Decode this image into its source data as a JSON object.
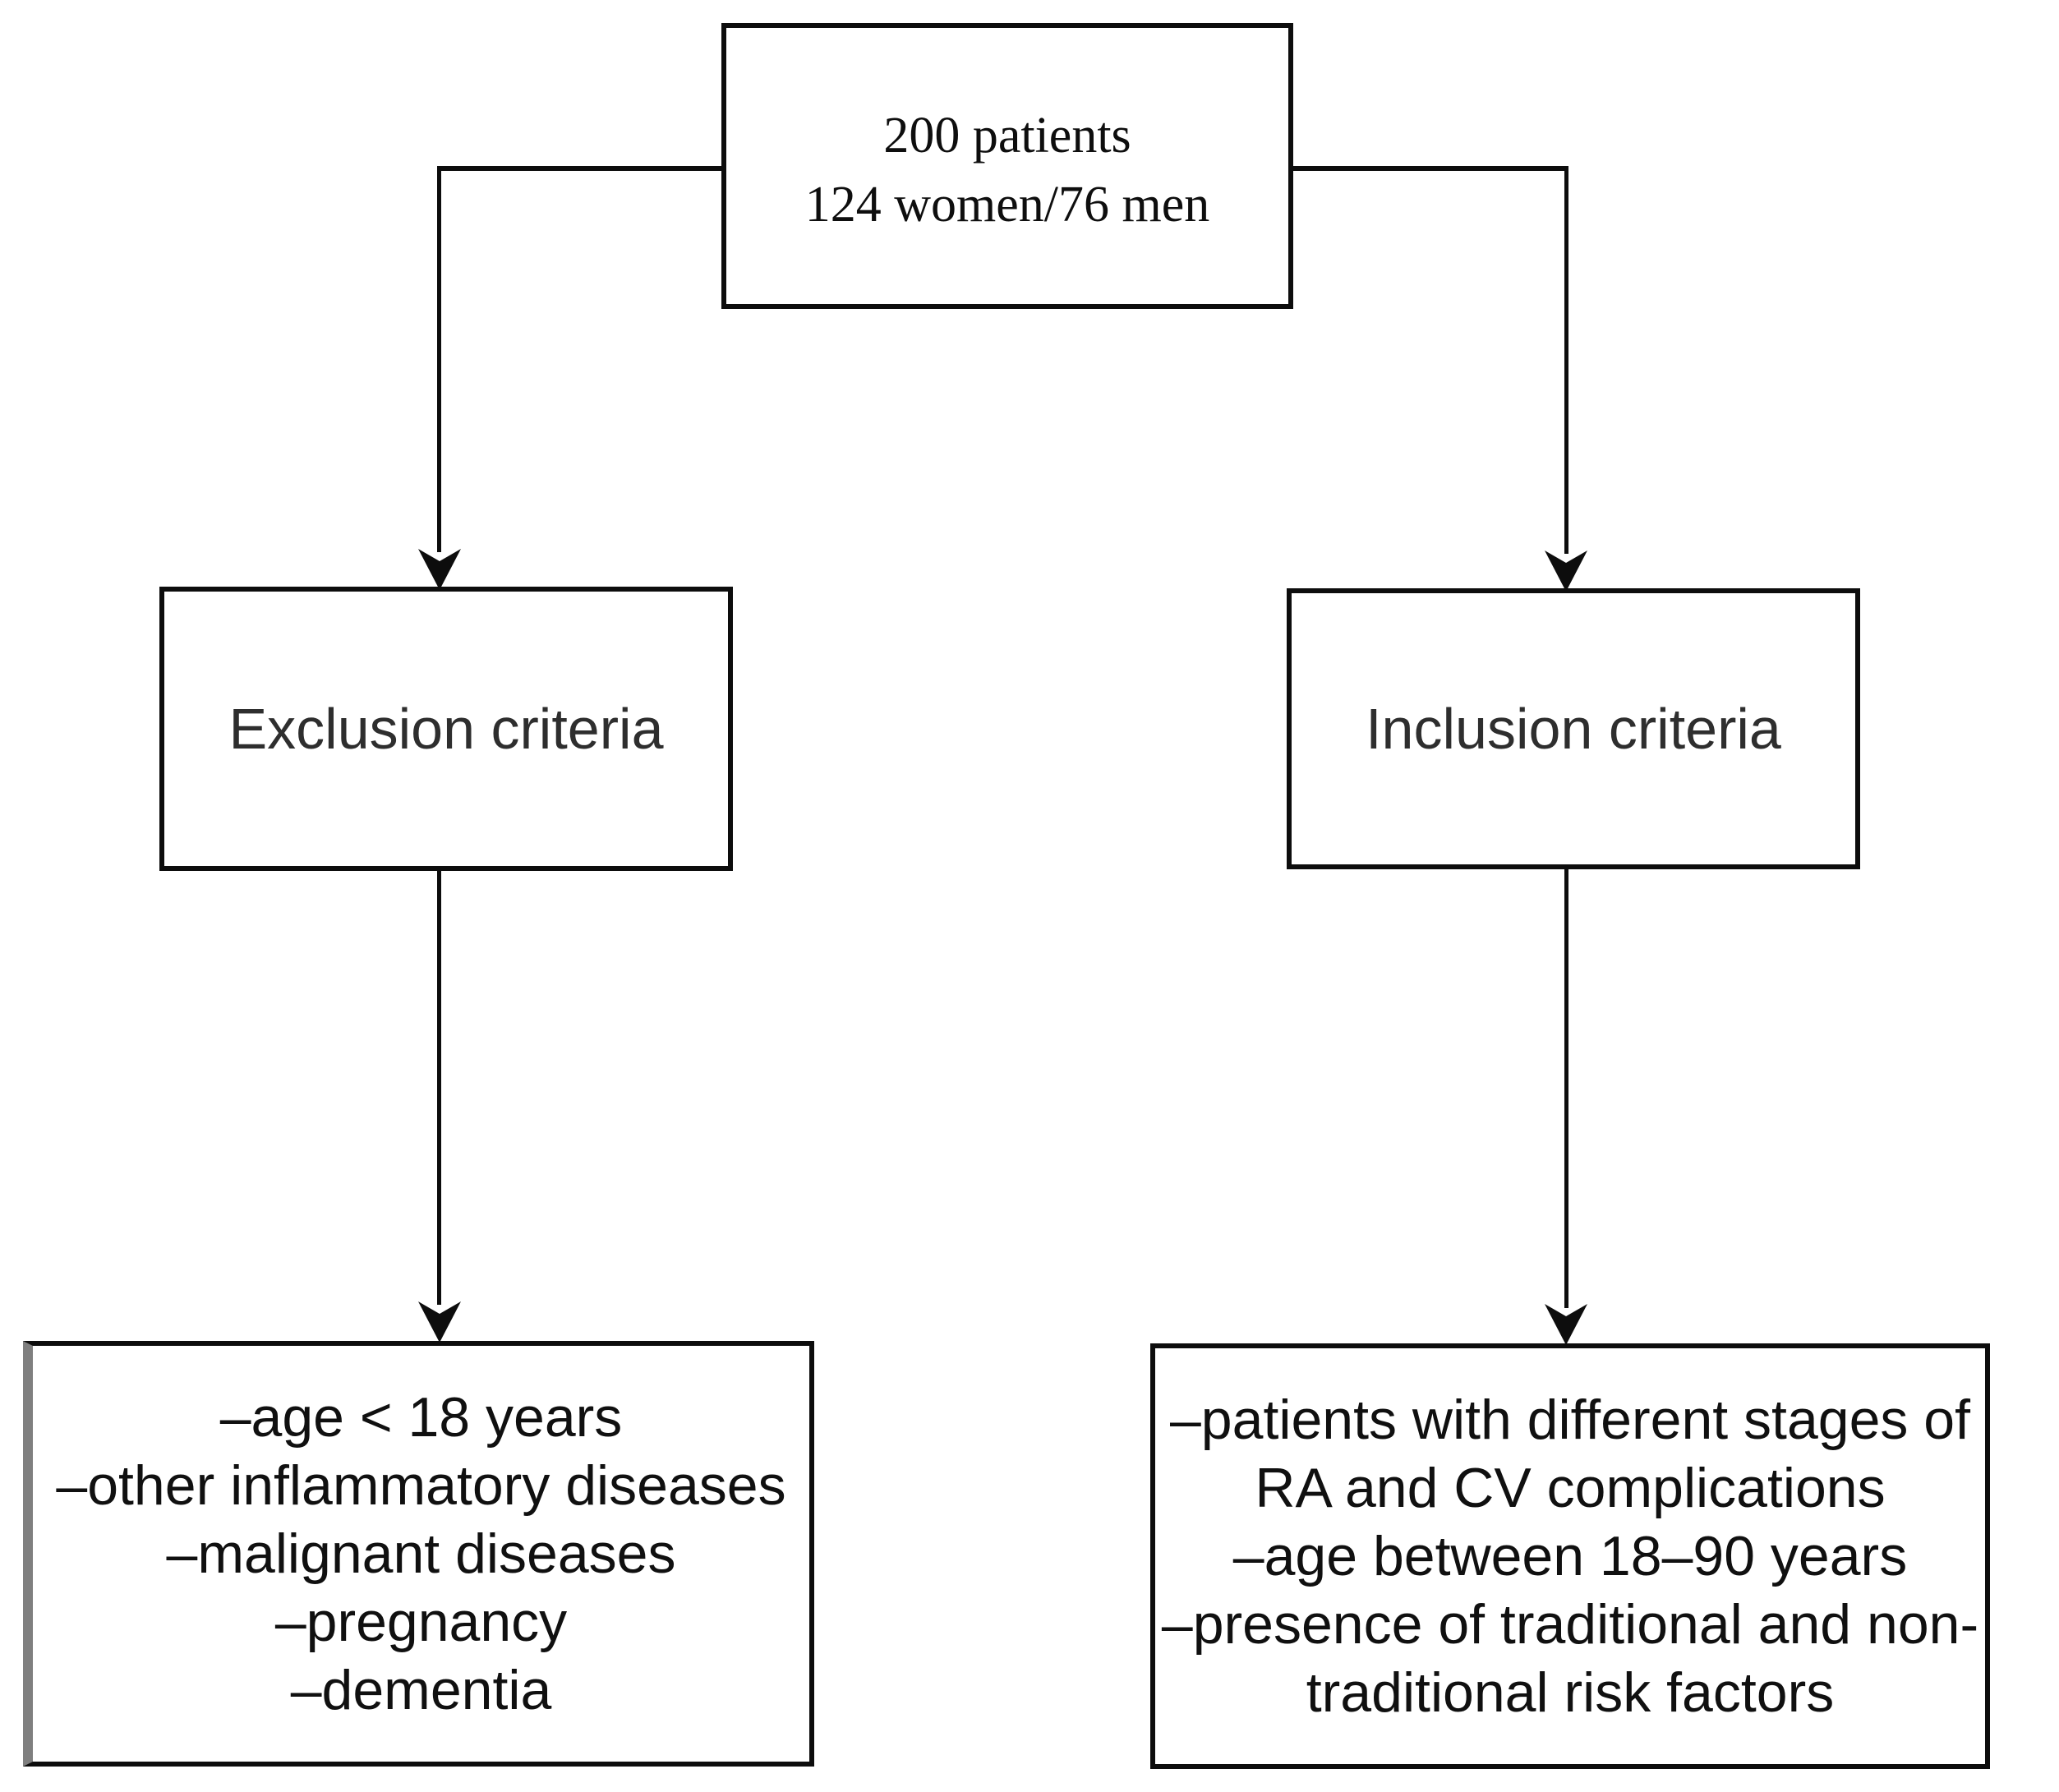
{
  "figure": {
    "background_color": "#ffffff",
    "box_border_color": "#0d0d0d",
    "connector_color": "#0d0d0d",
    "gray_left_edge_color": "#7f7f7f",
    "text_color": "#101010"
  },
  "nodes": {
    "patients": {
      "lines": [
        "200 patients",
        "124 women/76 men"
      ]
    },
    "exclusion": {
      "label": "Exclusion criteria"
    },
    "inclusion": {
      "label": "Inclusion criteria"
    },
    "exclusion_details": {
      "lines": [
        "–age < 18 years",
        "–other inflammatory diseases",
        "–malignant diseases",
        "–pregnancy",
        "–dementia"
      ]
    },
    "inclusion_details": {
      "lines": [
        "–patients with different stages of",
        "RA and CV complications",
        "–age between 18–90 years",
        "–presence of traditional and non-",
        "traditional risk factors"
      ]
    }
  }
}
